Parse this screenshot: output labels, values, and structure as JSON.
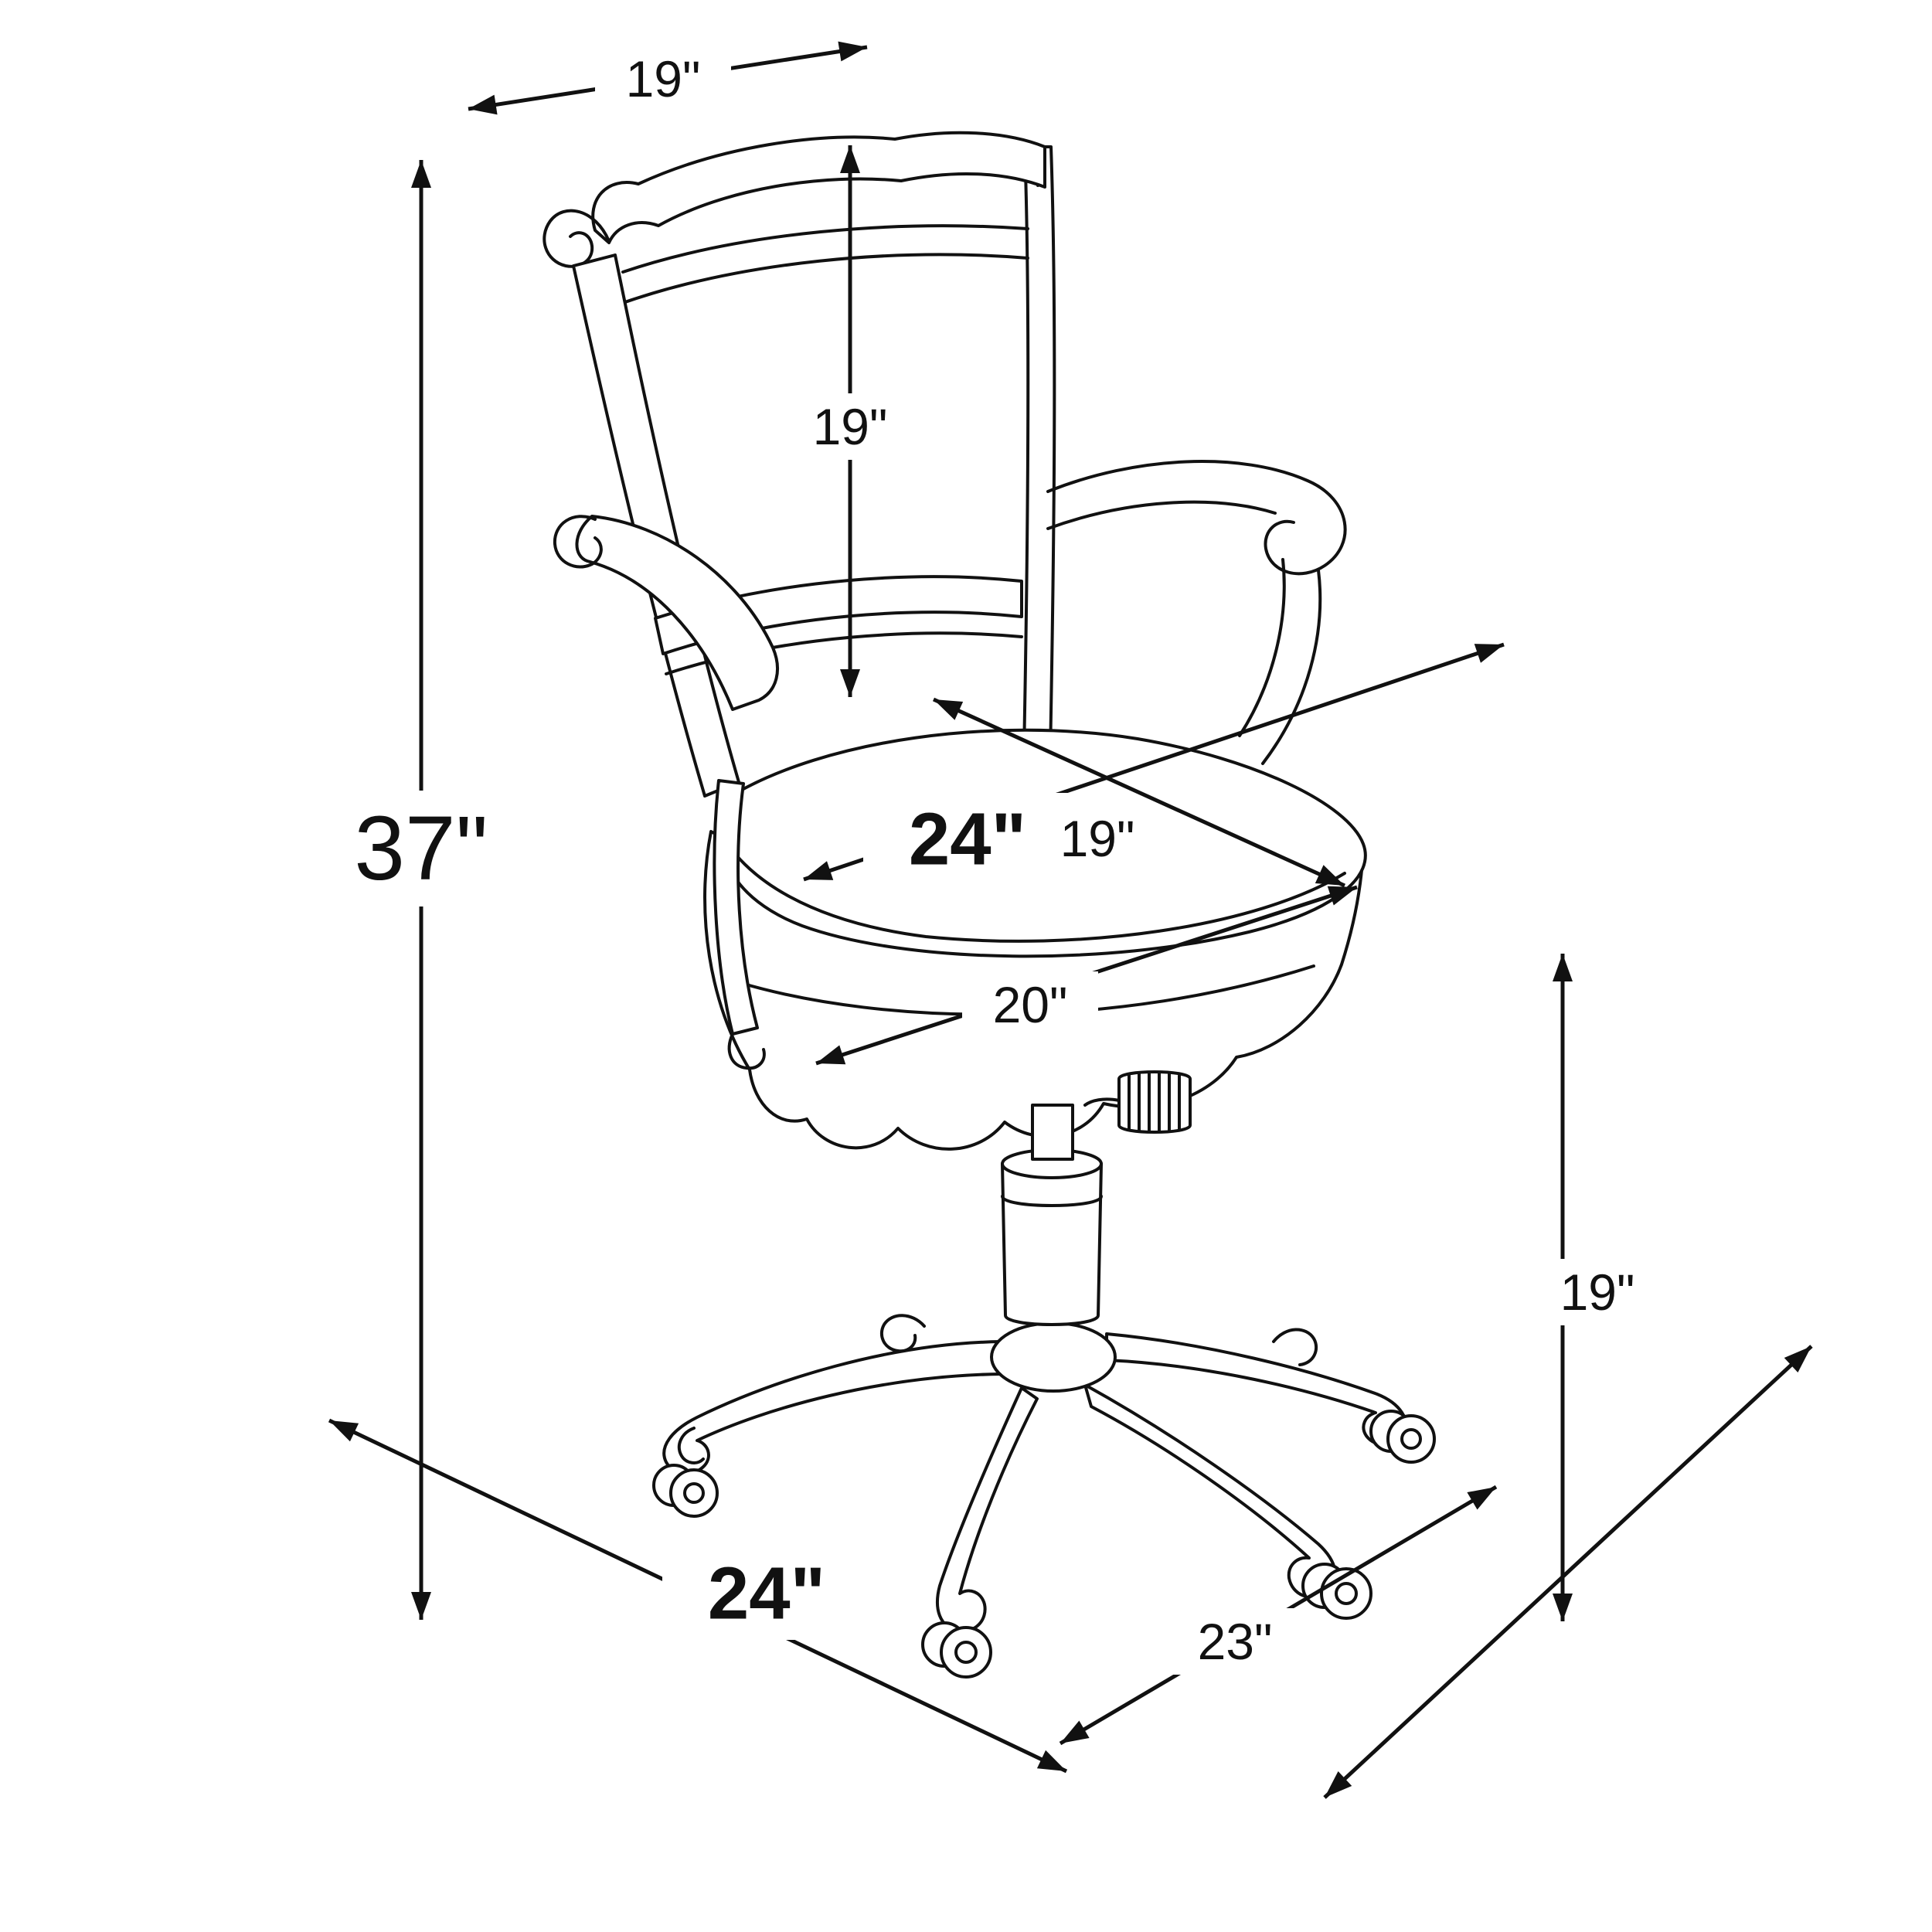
{
  "diagram": {
    "colors": {
      "ink": "#111111",
      "background": "#ffffff"
    },
    "dimensions": {
      "top_width": "19\"",
      "back_height": "19\"",
      "overall_height": "37\"",
      "seat_width": "24\"",
      "seat_depth": "19\"",
      "seat_front_width": "20\"",
      "base_height": "19\"",
      "base_width": "24\"",
      "base_depth": "23\""
    }
  }
}
